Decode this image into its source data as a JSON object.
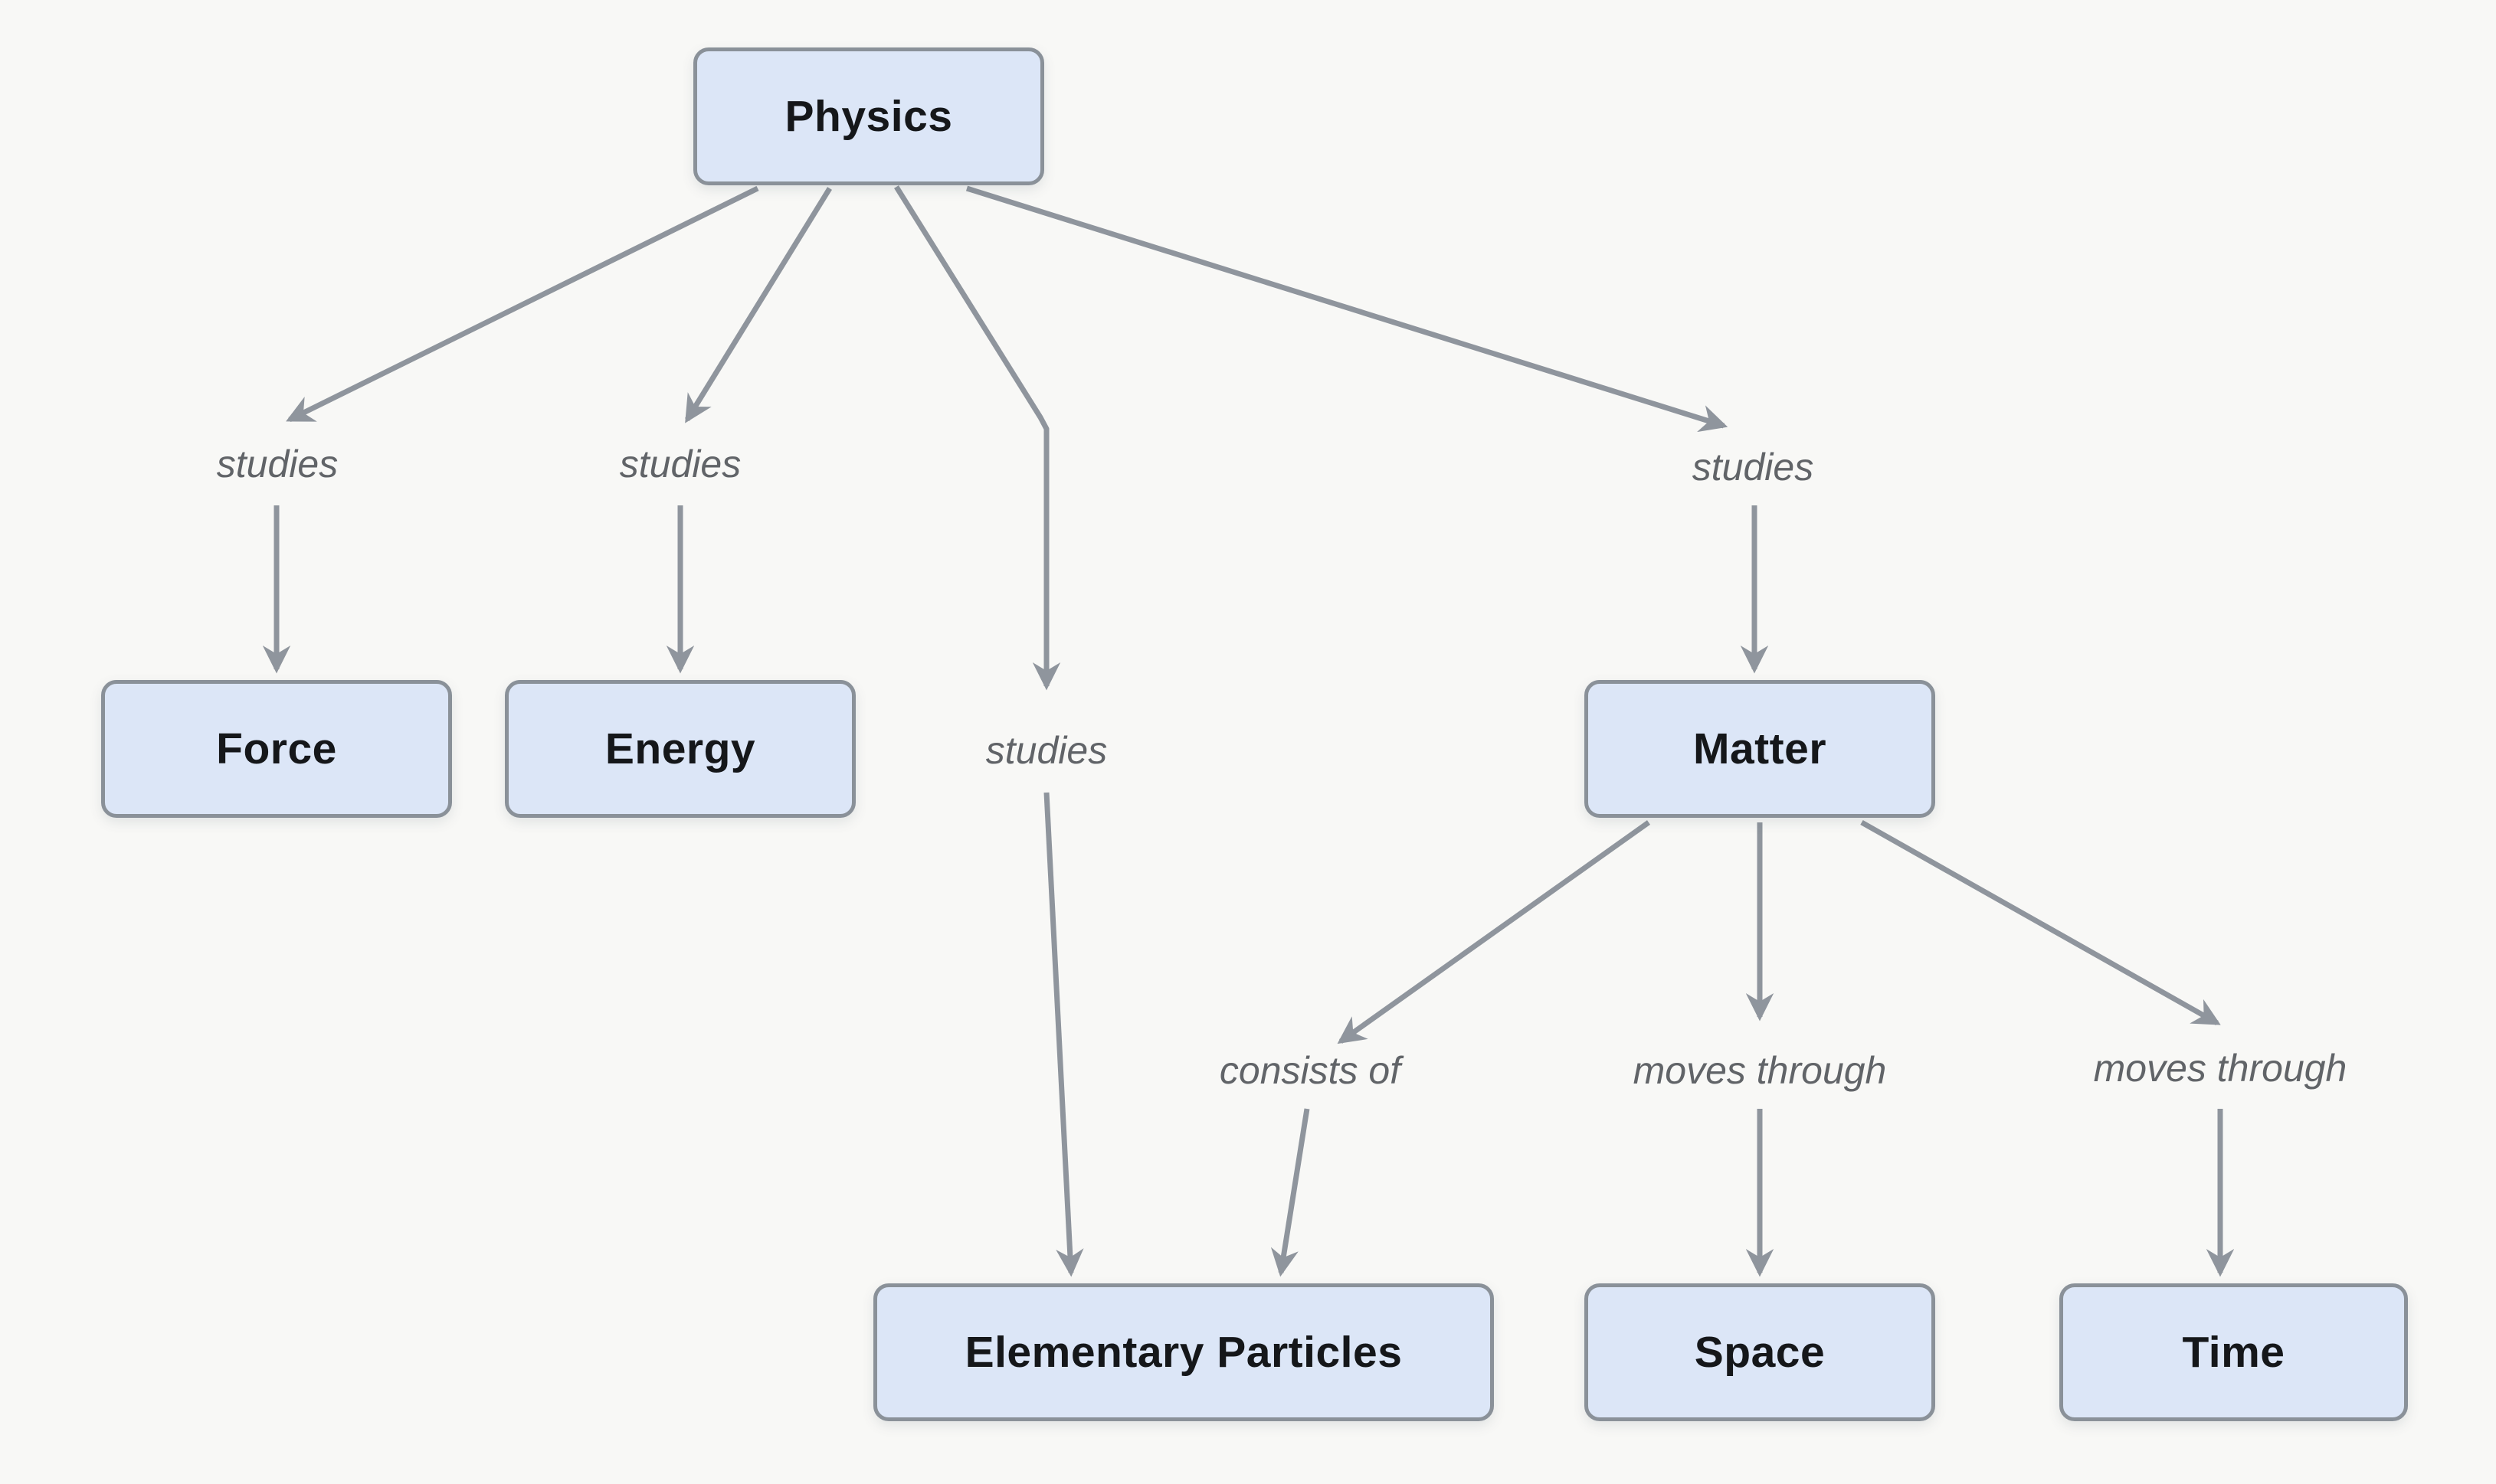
{
  "colors": {
    "background": "#f8f8f6",
    "node_fill": "#dce6f7",
    "node_border": "#8a9199",
    "node_text": "#15171a",
    "edge_line": "#8f959d",
    "edge_label_text": "#616468"
  },
  "nodes": [
    {
      "id": "physics",
      "label": "Physics"
    },
    {
      "id": "force",
      "label": "Force"
    },
    {
      "id": "energy",
      "label": "Energy"
    },
    {
      "id": "matter",
      "label": "Matter"
    },
    {
      "id": "elementary-particles",
      "label": "Elementary Particles"
    },
    {
      "id": "space",
      "label": "Space"
    },
    {
      "id": "time",
      "label": "Time"
    }
  ],
  "edges": [
    {
      "from": "physics",
      "to": "force",
      "label": "studies"
    },
    {
      "from": "physics",
      "to": "energy",
      "label": "studies"
    },
    {
      "from": "physics",
      "to": "elementary-particles",
      "label": "studies"
    },
    {
      "from": "physics",
      "to": "matter",
      "label": "studies"
    },
    {
      "from": "matter",
      "to": "elementary-particles",
      "label": "consists of"
    },
    {
      "from": "matter",
      "to": "space",
      "label": "moves through"
    },
    {
      "from": "matter",
      "to": "time",
      "label": "moves through"
    }
  ]
}
